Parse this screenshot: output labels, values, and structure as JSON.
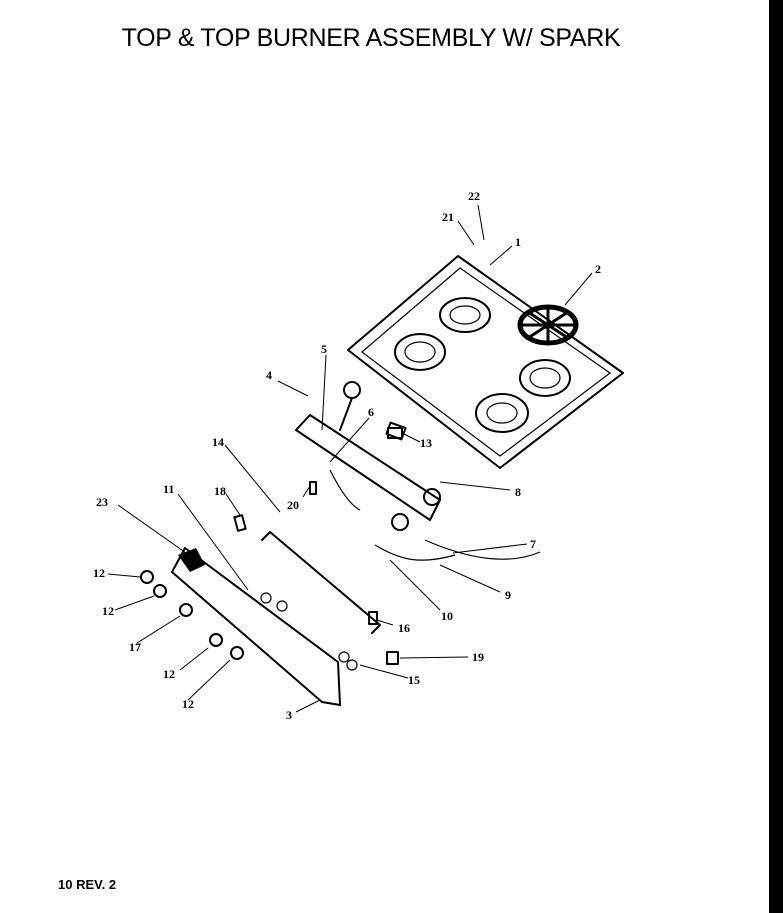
{
  "title": "TOP & TOP BURNER ASSEMBLY W/ SPARK",
  "footer": "10 REV. 2",
  "callouts": [
    "1",
    "2",
    "3",
    "4",
    "5",
    "6",
    "7",
    "8",
    "9",
    "10",
    "11",
    "12",
    "12",
    "12",
    "12",
    "13",
    "14",
    "15",
    "16",
    "17",
    "18",
    "19",
    "20",
    "21",
    "22",
    "23"
  ]
}
